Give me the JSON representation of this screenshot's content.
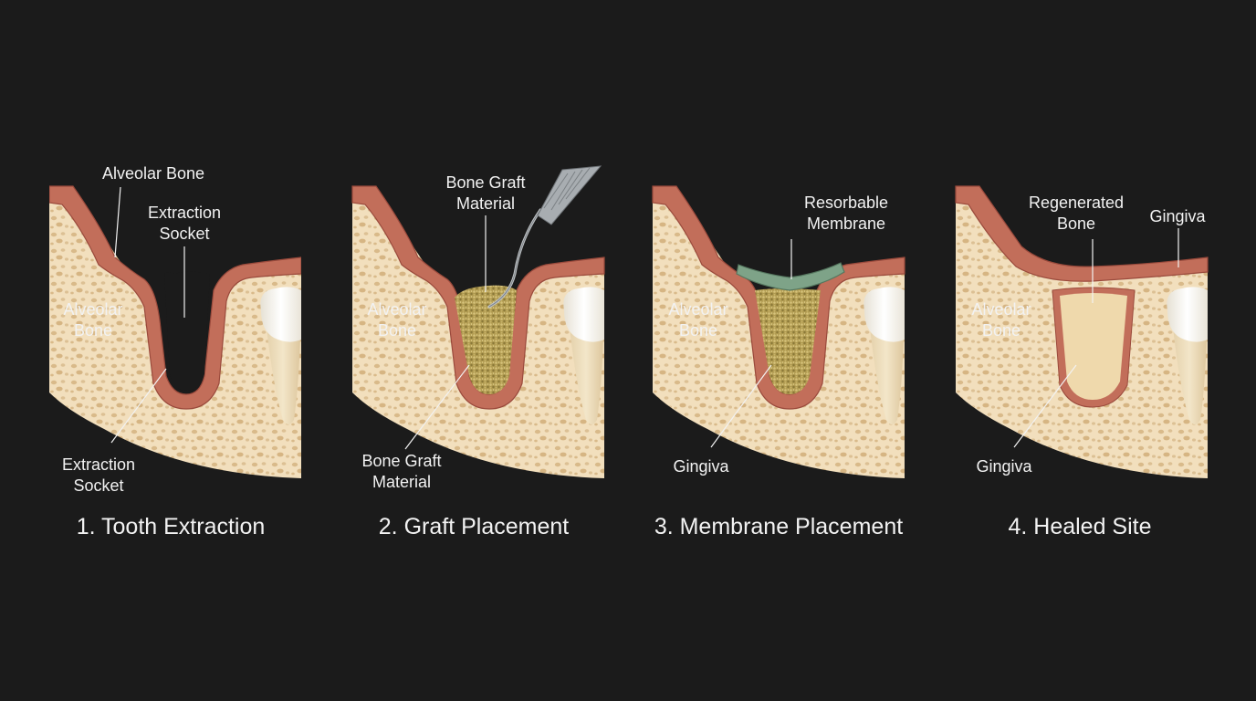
{
  "colors": {
    "background": "#1b1b1b",
    "bone": "#f2dfbd",
    "bone_spot": "#d8b886",
    "gingiva": "#c26e5a",
    "gingiva_dark": "#9a4a3c",
    "graft": "#b8a35a",
    "membrane": "#7ea388",
    "tooth": "#f7f5ef",
    "text": "#f2f2f2"
  },
  "panels": [
    {
      "caption": "1. Tooth Extraction",
      "labels": {
        "top_left": "Alveolar Bone",
        "top_center_1": "Extraction",
        "top_center_2": "Socket",
        "left_1": "Alveolar",
        "left_2": "Bone",
        "bottom_1": "Extraction",
        "bottom_2": "Socket"
      }
    },
    {
      "caption": "2. Graft Placement",
      "labels": {
        "top_1": "Bone Graft",
        "top_2": "Material",
        "left_1": "Alveolar",
        "left_2": "Bone",
        "bottom_1": "Bone Graft",
        "bottom_2": "Material"
      }
    },
    {
      "caption": "3. Membrane Placement",
      "labels": {
        "top_1": "Resorbable",
        "top_2": "Membrane",
        "left_1": "Alveolar",
        "left_2": "Bone",
        "bottom_1": "Gingiva"
      }
    },
    {
      "caption": "4. Healed Site",
      "labels": {
        "top_1": "Regenerated",
        "top_2": "Bone",
        "top_right": "Gingiva",
        "left_1": "Alveolar",
        "left_2": "Bone",
        "bottom_1": "Gingiva"
      }
    }
  ]
}
